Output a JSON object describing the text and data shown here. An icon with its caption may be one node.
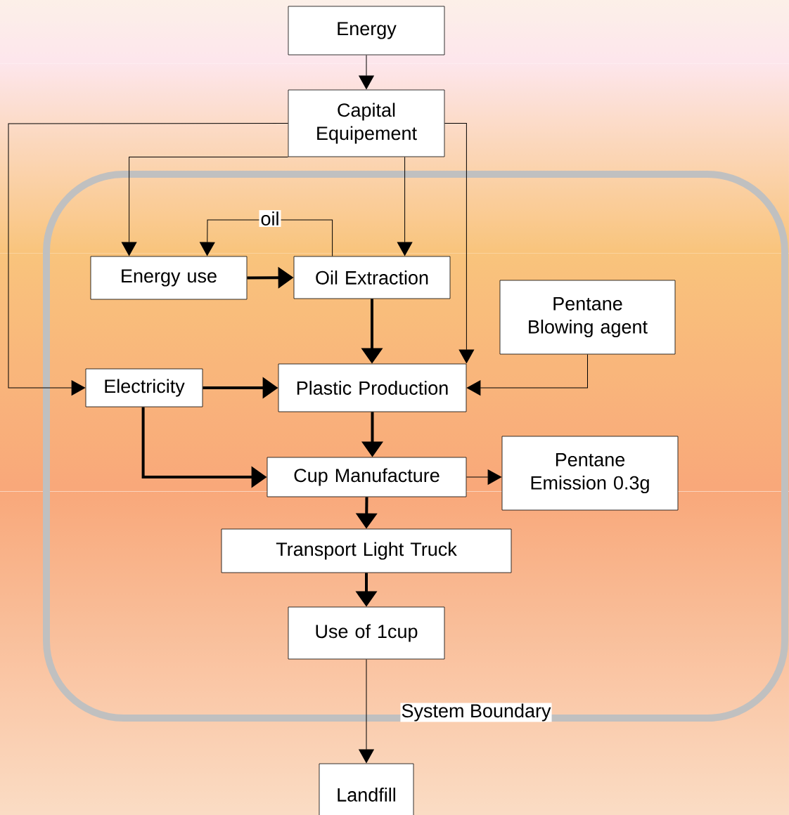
{
  "diagram": {
    "nodes": [
      {
        "text": [
          "Energy"
        ]
      },
      {
        "text": [
          "Capital Equipement"
        ]
      },
      {
        "text": [
          "System Boundary"
        ]
      },
      {
        "text": [
          "Energy use"
        ],
        "in": 2
      },
      {
        "text": [
          "Oil Extraction"
        ],
        "in": 2
      },
      {
        "text": [
          "Pentane Blowing agent"
        ],
        "in": 2
      },
      {
        "text": [
          "Electricity"
        ],
        "in": 2
      },
      {
        "text": [
          "Plastic Production"
        ],
        "in": 2
      },
      {
        "text": [
          "Cup Manufacture"
        ],
        "in": 2
      },
      {
        "text": [
          "Pentane Emission 0.3g"
        ],
        "in": 2
      },
      {
        "text": [
          "Transport Light Truck"
        ],
        "in": 2
      },
      {
        "text": [
          "Use of 1cup"
        ],
        "in": 2
      },
      {
        "text": [
          "Landfill"
        ]
      }
    ],
    "edges": [
      {
        "from": 0,
        "to": 1,
        "arrow": "to"
      },
      {
        "from": 1,
        "to": 3,
        "arrow": "to"
      },
      {
        "from": 1,
        "to": 4,
        "arrow": "to"
      },
      {
        "from": 1,
        "to": 6,
        "arrow": "to"
      },
      {
        "from": 1,
        "to": 7,
        "arrow": "to"
      },
      {
        "from": 4,
        "to": 3,
        "arrow": "to",
        "label": "oil"
      },
      {
        "from": 3,
        "to": 4,
        "arrow": "to",
        "style": "thick"
      },
      {
        "from": 4,
        "to": 7,
        "arrow": "to",
        "style": "thick"
      },
      {
        "from": 5,
        "to": 7,
        "arrow": "to"
      },
      {
        "from": 6,
        "to": 7,
        "arrow": "to",
        "style": "thick"
      },
      {
        "from": 6,
        "to": 8,
        "arrow": "to",
        "style": "thick"
      },
      {
        "from": 7,
        "to": 8,
        "arrow": "to",
        "style": "thick"
      },
      {
        "from": 8,
        "to": 9,
        "arrow": "to"
      },
      {
        "from": 8,
        "to": 10,
        "arrow": "to",
        "style": "thick"
      },
      {
        "from": 10,
        "to": 11,
        "arrow": "to",
        "style": "thick"
      },
      {
        "from": 11,
        "to": 12,
        "arrow": "to"
      }
    ]
  }
}
